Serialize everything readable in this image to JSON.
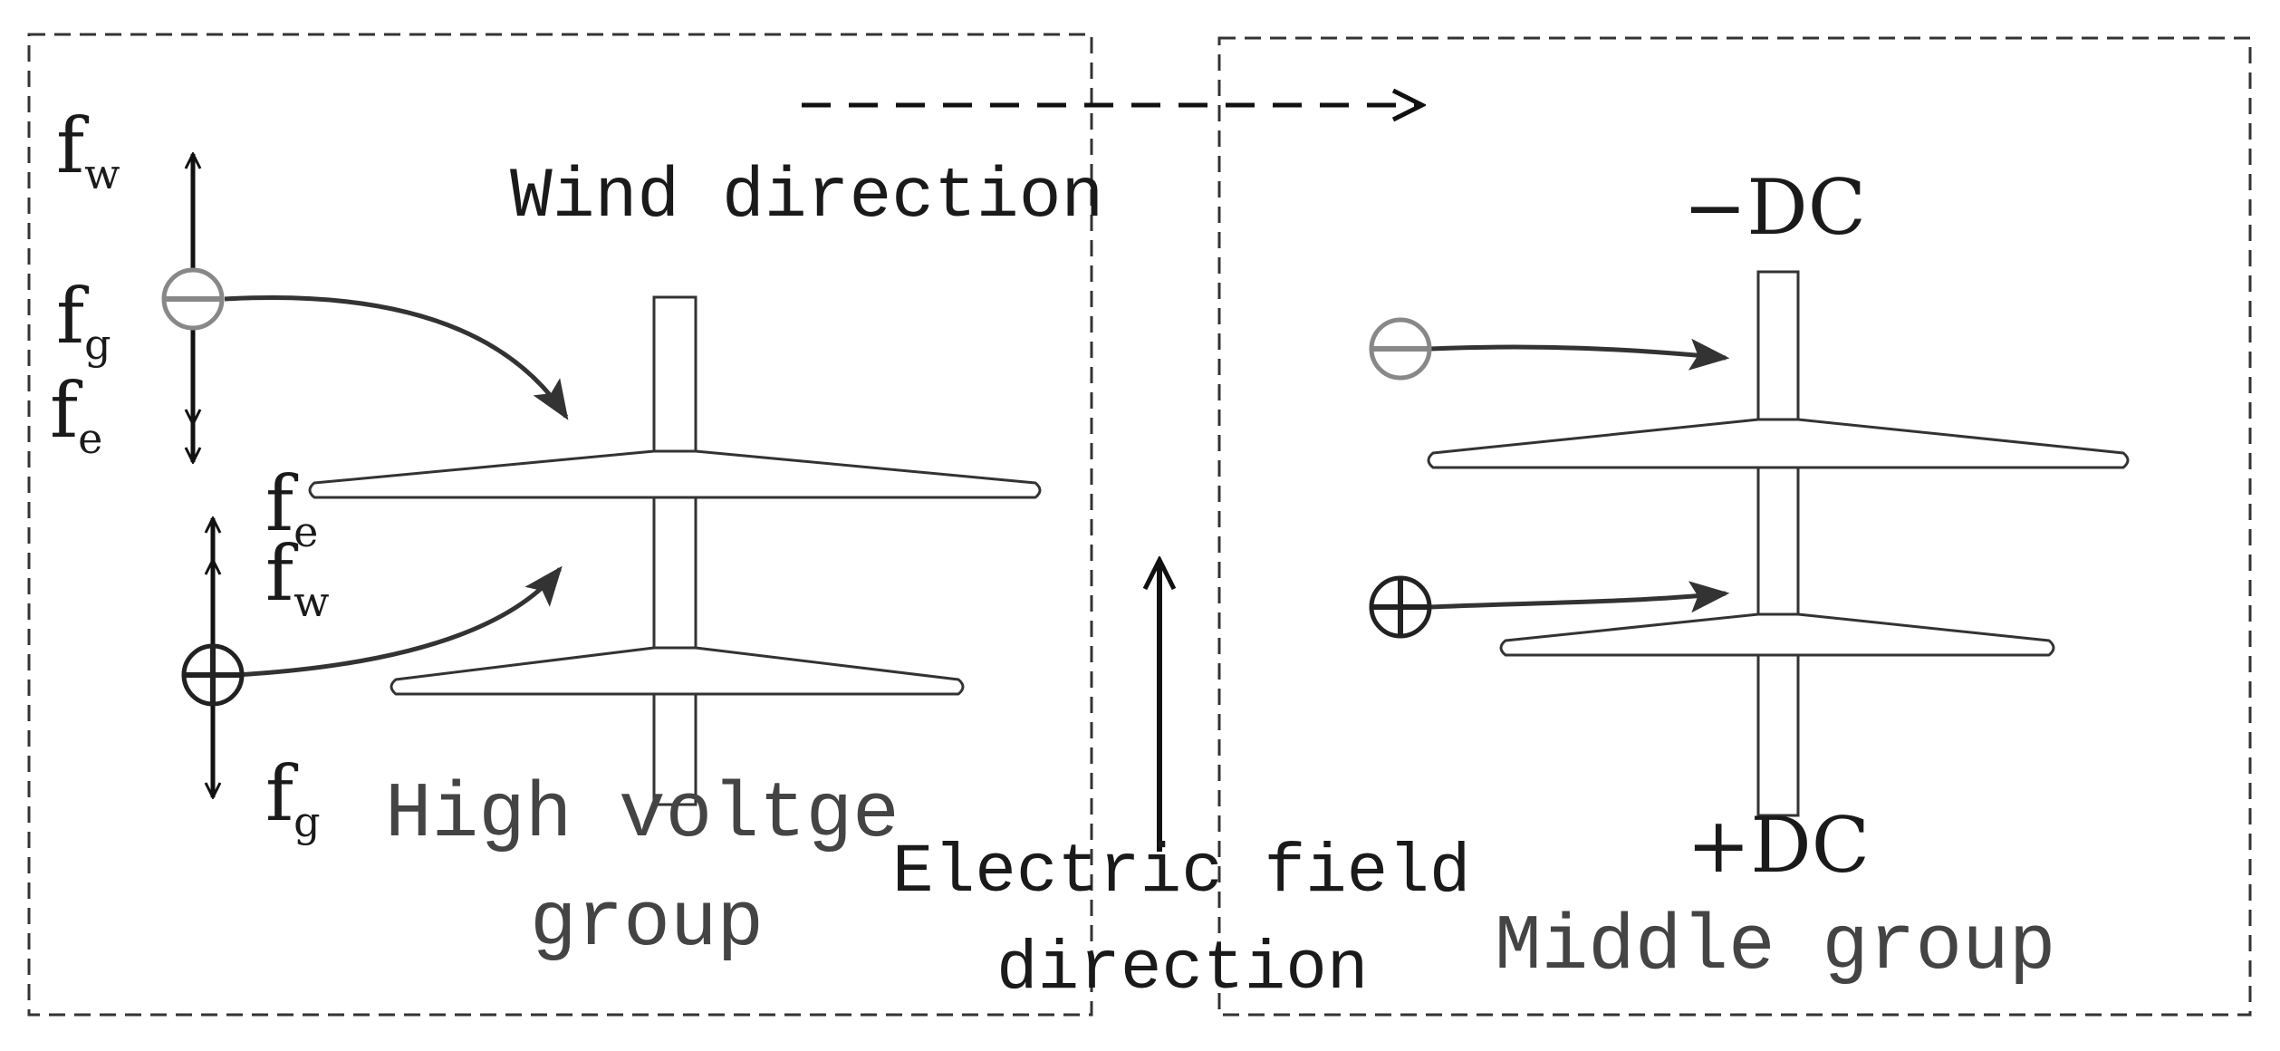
{
  "labels": {
    "wind_direction": "Wind direction",
    "high_voltage_group_line1": "High voltge",
    "high_voltage_group_line2": "group",
    "electric_field_line1": "Electric field",
    "electric_field_line2": "direction",
    "middle_group": "Middle group",
    "neg_dc": "−DC",
    "pos_dc": "+DC"
  },
  "forces": {
    "f": "f",
    "wind_sub": "w",
    "gravity_sub": "g",
    "electric_sub": "e"
  },
  "charges": {
    "negative": "negative-charge",
    "positive": "positive-charge"
  },
  "colors": {
    "line": "#333333",
    "negative_charge": "#888888",
    "positive_charge": "#222222"
  }
}
